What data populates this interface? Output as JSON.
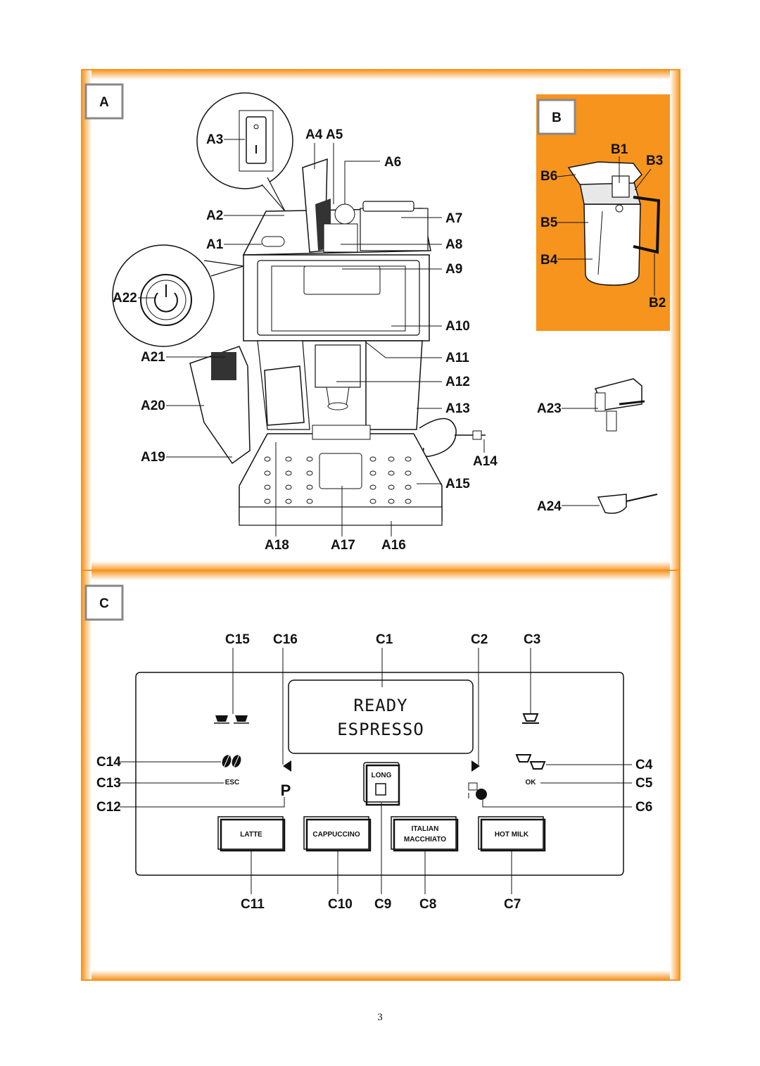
{
  "colors": {
    "frame": "#f7941d",
    "frame_light": "#fde2c0",
    "panel_b": "#f7941d"
  },
  "sections": {
    "a": "A",
    "b": "B",
    "c": "C"
  },
  "labels_a": {
    "a1": "A1",
    "a2": "A2",
    "a3": "A3",
    "a4": "A4",
    "a5": "A5",
    "a6": "A6",
    "a7": "A7",
    "a8": "A8",
    "a9": "A9",
    "a10": "A10",
    "a11": "A11",
    "a12": "A12",
    "a13": "A13",
    "a14": "A14",
    "a15": "A15",
    "a16": "A16",
    "a17": "A17",
    "a18": "A18",
    "a19": "A19",
    "a20": "A20",
    "a21": "A21",
    "a22": "A22",
    "a23": "A23",
    "a24": "A24"
  },
  "labels_b": {
    "b1": "B1",
    "b2": "B2",
    "b3": "B3",
    "b4": "B4",
    "b5": "B5",
    "b6": "B6"
  },
  "labels_c": {
    "c1": "C1",
    "c2": "C2",
    "c3": "C3",
    "c4": "C4",
    "c5": "C5",
    "c6": "C6",
    "c7": "C7",
    "c8": "C8",
    "c9": "C9",
    "c10": "C10",
    "c11": "C11",
    "c12": "C12",
    "c13": "C13",
    "c14": "C14",
    "c15": "C15",
    "c16": "C16"
  },
  "display": {
    "line1": "READY",
    "line2": "ESPRESSO"
  },
  "panel": {
    "long": "LONG",
    "esc": "ESC",
    "ok": "OK",
    "p": "P",
    "latte": "LATTE",
    "cappuccino": "CAPPUCCINO",
    "italian": "ITALIAN",
    "macchiato": "MACCHIATO",
    "hot_milk": "HOT MILK"
  },
  "page_number": "3"
}
